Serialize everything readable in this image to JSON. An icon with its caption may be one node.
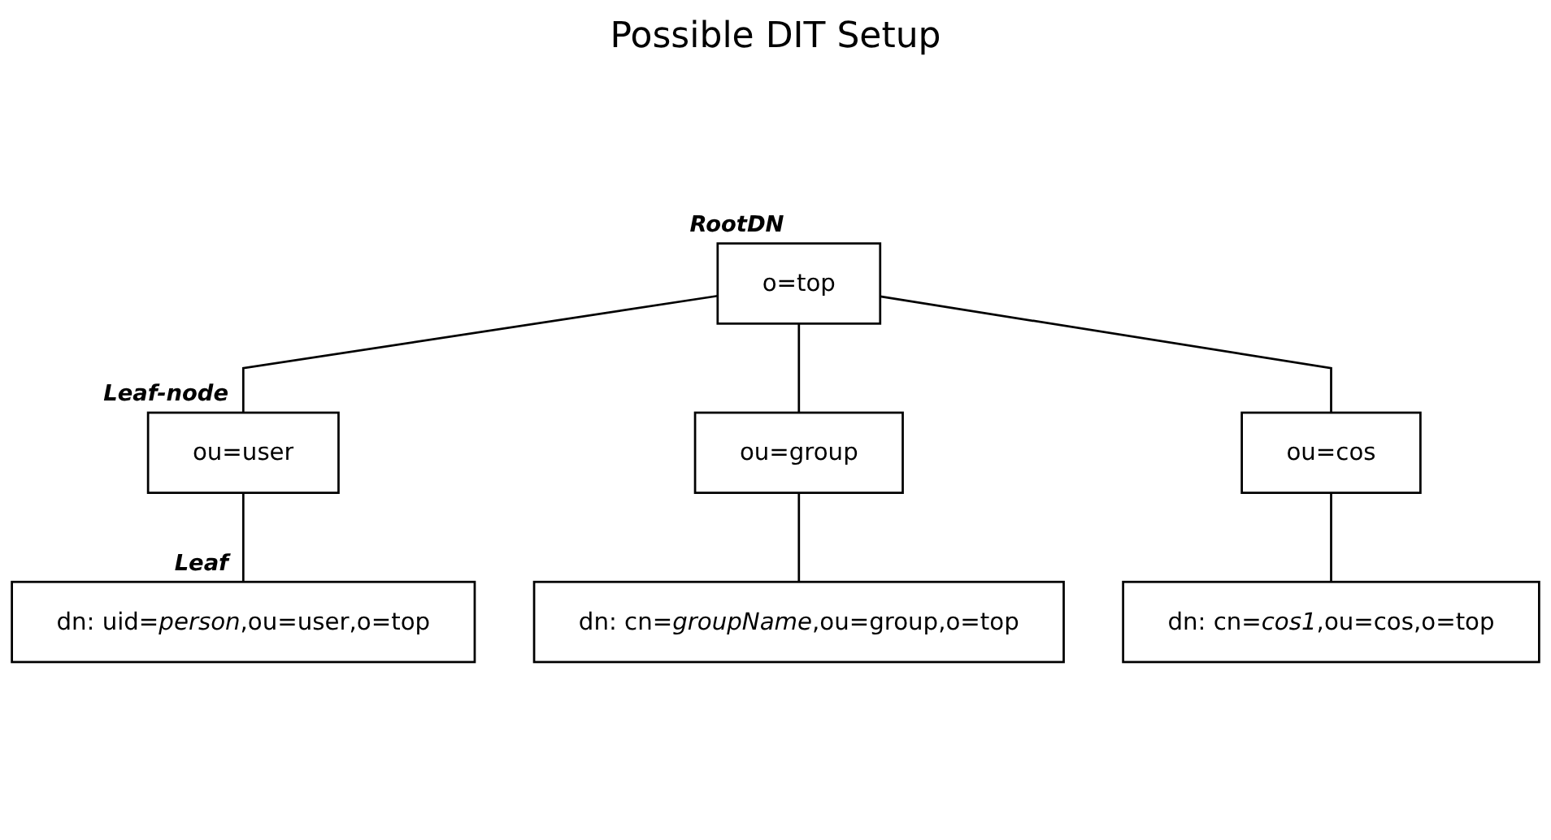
{
  "diagram": {
    "title": "Possible DIT Setup",
    "nodes": [
      {
        "text": [
          "o=top"
        ],
        "beside": [
          "RootDN"
        ]
      },
      {
        "text": [
          "ou=user"
        ],
        "beside": [
          "Leaf-node"
        ]
      },
      {
        "text": [
          "ou=group"
        ]
      },
      {
        "text": [
          "ou=cos"
        ]
      },
      {
        "text": [
          "dn: uid=*person*,ou=user,o=top"
        ],
        "beside": [
          "Leaf"
        ]
      },
      {
        "text": [
          "dn: cn=*groupName*,ou=group,o=top"
        ]
      },
      {
        "text": [
          "dn: cn=*cos1*,ou=cos,o=top"
        ]
      }
    ],
    "edges": [
      {
        "from": 0,
        "to": 1,
        "arrow": "none"
      },
      {
        "from": 0,
        "to": 2,
        "arrow": "none"
      },
      {
        "from": 0,
        "to": 3,
        "arrow": "none"
      },
      {
        "from": 1,
        "to": 4,
        "arrow": "none"
      },
      {
        "from": 2,
        "to": 5,
        "arrow": "none"
      },
      {
        "from": 3,
        "to": 6,
        "arrow": "none"
      }
    ]
  }
}
